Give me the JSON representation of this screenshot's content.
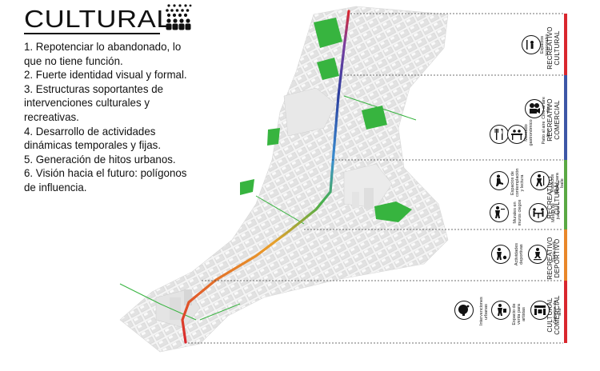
{
  "header": {
    "title": "CULTURAL",
    "icon": "crowd-icon"
  },
  "points": [
    "1. Repotenciar lo abandonado, lo que no tiene función.",
    "2. Fuerte identidad visual y formal.",
    "3. Estructuras soportantes de intervenciones culturales y recreativas.",
    "4. Desarrollo de actividades dinámicas temporales y fijas.",
    "5. Generación de hitos urbanos.",
    "6. Visión hacia el futuro: polígonos de influencia."
  ],
  "zones": [
    {
      "label": "RECREATIVO CULTURAL",
      "color": "#d9272e",
      "icons": [
        {
          "caption": "Espacios temporales",
          "icon": "theatre-icon"
        }
      ]
    },
    {
      "label": "RECREATIVO COMERCIAL",
      "color": "#3d57a6",
      "icons": [
        {
          "caption": "Cine al aire libre",
          "icon": "film-camera-icon"
        },
        {
          "caption": "Mercado gastronómico",
          "icon": "market-icon"
        },
        {
          "caption": "Patio al aire libre",
          "icon": "dining-icon"
        }
      ]
    },
    {
      "label": "RECREATIVO CULTURAL",
      "color": "#5aa844",
      "icons": [
        {
          "caption": "Espacios de contemplación y lectura",
          "icon": "reading-icon"
        },
        {
          "caption": "Espacios libres para baile",
          "icon": "dance-icon"
        },
        {
          "caption": "Murales en muros ciegos",
          "icon": "mural-icon"
        },
        {
          "caption": "Mesas de juegos",
          "icon": "games-table-icon"
        }
      ]
    },
    {
      "label": "RECREATIVO DEPORTIVO",
      "color": "#e9872a",
      "icons": [
        {
          "caption": "Actividades deportivas",
          "icon": "sports-icon"
        },
        {
          "caption": "Skate park",
          "icon": "skate-icon"
        }
      ]
    },
    {
      "label": "CULTURAL COMERCIAL",
      "color": "#d9272e",
      "icons": [
        {
          "caption": "Intervenciones urbanas",
          "icon": "sculpture-icon"
        },
        {
          "caption": "Espacio de venta para artistas",
          "icon": "artist-sale-icon"
        },
        {
          "caption": "Galerías de arte",
          "icon": "gallery-icon"
        }
      ]
    }
  ],
  "colors": {
    "park_green": "#37b43f",
    "building": "#e6e6e6",
    "route_gradient": [
      "#d9272e",
      "#7b3fa0",
      "#2c3e9e",
      "#3a8fd1",
      "#49b04a",
      "#e9a02a",
      "#d9272e"
    ]
  }
}
